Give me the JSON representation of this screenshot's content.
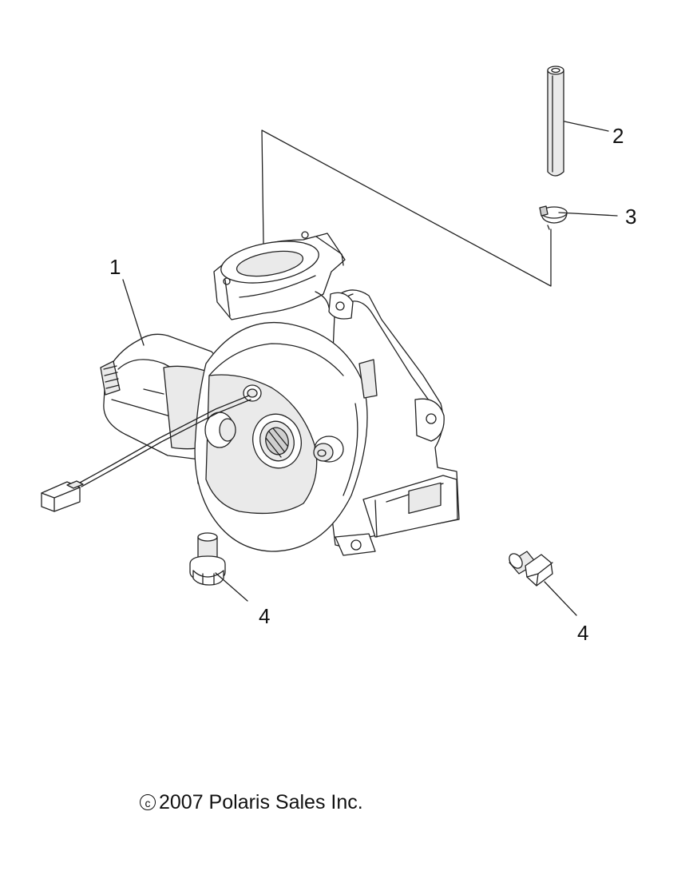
{
  "diagram": {
    "callouts": [
      {
        "id": "part-1",
        "label": "1"
      },
      {
        "id": "part-2",
        "label": "2"
      },
      {
        "id": "part-3",
        "label": "3"
      },
      {
        "id": "part-4-left",
        "label": "4"
      },
      {
        "id": "part-4-right",
        "label": "4"
      }
    ],
    "copyright": {
      "symbol": "c",
      "text": "2007 Polaris Sales Inc."
    }
  }
}
